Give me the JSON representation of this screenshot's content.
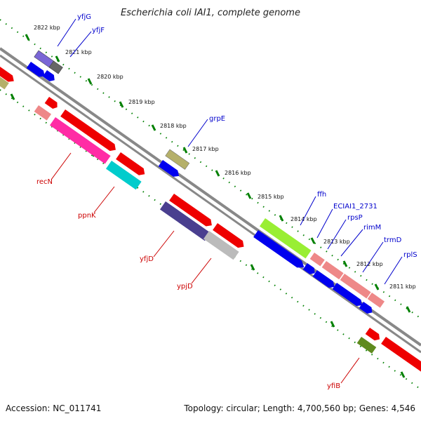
{
  "title": "Escherichia coli IAI1, complete genome",
  "footer": {
    "accession": "Accession: NC_011741",
    "summary": "Topology: circular; Length: 4,700,560 bp; Genes: 4,546"
  },
  "scale_labels": [
    "2822 kbp",
    "2821 kbp",
    "2820 kbp",
    "2819 kbp",
    "2818 kbp",
    "2817 kbp",
    "2816 kbp",
    "2815 kbp",
    "2814 kbp",
    "2813 kbp",
    "2812 kbp",
    "2811 kbp"
  ],
  "gene_labels": {
    "yfjG": "yfjG",
    "yfjF": "yfjF",
    "grpE": "grpE",
    "ffh": "ffh",
    "ECIAI1_2731": "ECIAI1_2731",
    "rpsP": "rpsP",
    "rimM": "rimM",
    "trmD": "trmD",
    "rplS": "rplS",
    "recN": "recN",
    "ppnK": "ppnK",
    "yfjD": "yfjD",
    "ypjD": "ypjD",
    "yfiB": "yfiB"
  },
  "colors": {
    "upper_label": "#0000cc",
    "lower_label": "#cc0000",
    "ruler": "#008000",
    "backbone": "#888888",
    "cds_blue": "#0000ee",
    "gene_red": "#ee0000"
  }
}
